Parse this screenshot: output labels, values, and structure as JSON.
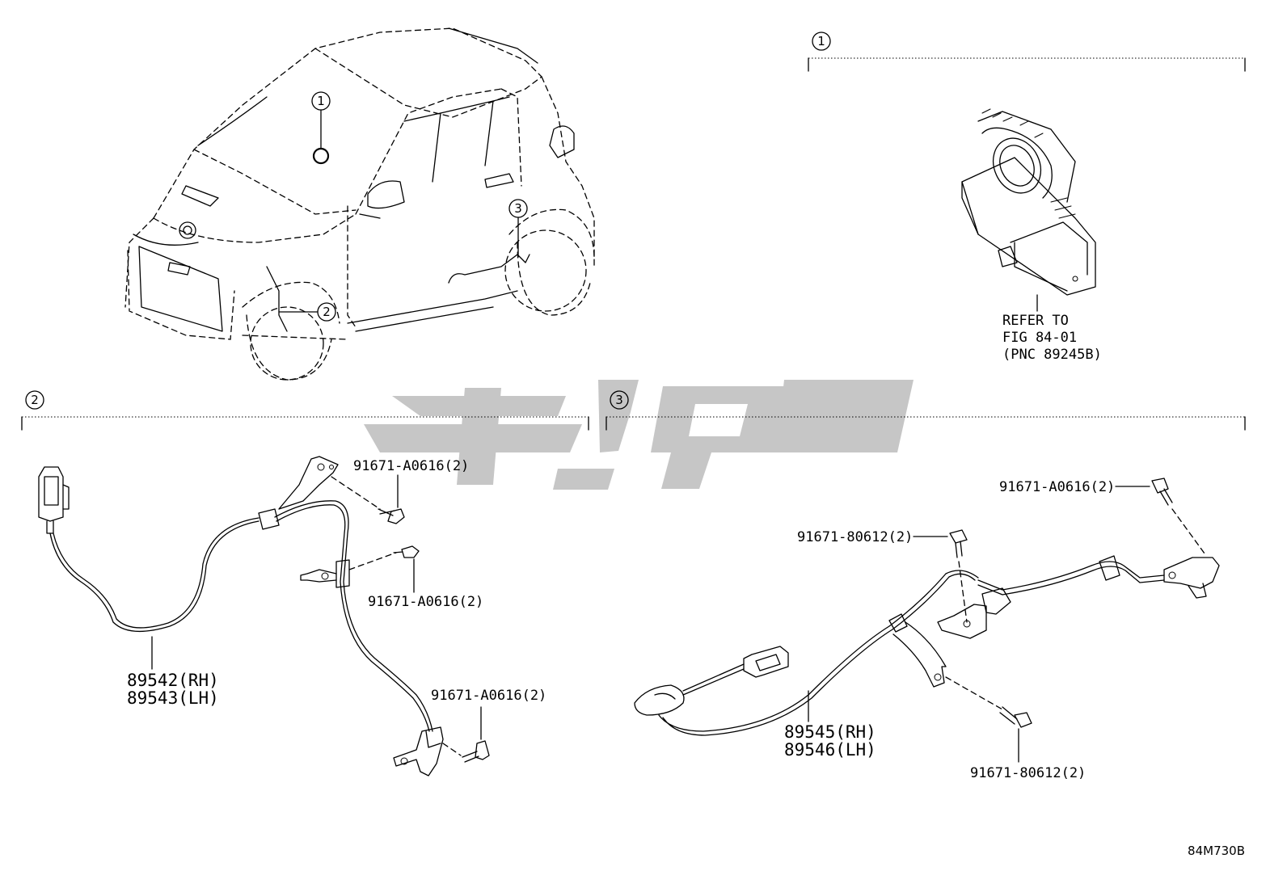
{
  "callouts": {
    "c1": "1",
    "c2": "2",
    "c3": "3"
  },
  "refer": {
    "line1": "REFER TO",
    "line2": "FIG 84-01",
    "line3": "(PNC 89245B)"
  },
  "parts": {
    "front_rh": "89542(RH)",
    "front_lh": "89543(LH)",
    "rear_rh": "89545(RH)",
    "rear_lh": "89546(LH)"
  },
  "bolts": {
    "b_front_upper": "91671-A0616(2)",
    "b_front_mid": "91671-A0616(2)",
    "b_front_lower": "91671-A0616(2)",
    "b_rear_top": "91671-A0616(2)",
    "b_rear_mid": "91671-80612(2)",
    "b_rear_lower": "91671-80612(2)"
  },
  "figure_code": "84M730B"
}
